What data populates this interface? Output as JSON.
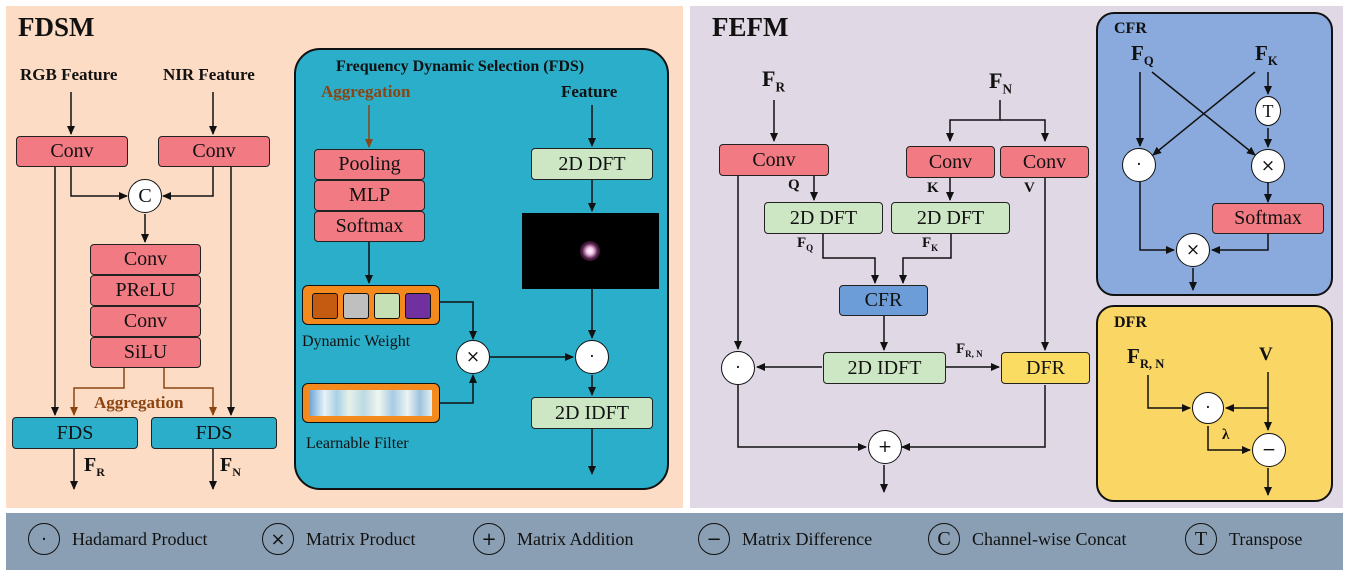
{
  "fdsm": {
    "title": "FDSM",
    "rgb_feature": "RGB Feature",
    "nir_feature": "NIR Feature",
    "conv": "Conv",
    "prelu": "PReLU",
    "silu": "SiLU",
    "concat_symbol": "C",
    "aggregation": "Aggregation",
    "fds": "FDS",
    "out_r_main": "F",
    "out_r_sub": "R",
    "out_n_main": "F",
    "out_n_sub": "N"
  },
  "fds": {
    "title": "Frequency Dynamic Selection (FDS)",
    "aggregation": "Aggregation",
    "feature": "Feature",
    "pooling": "Pooling",
    "mlp": "MLP",
    "softmax": "Softmax",
    "dynamic_weight": "Dynamic Weight",
    "learnable_filter": "Learnable Filter",
    "dft": "2D DFT",
    "idft": "2D IDFT",
    "weight_colors": [
      "#c55a11",
      "#bfbfbf",
      "#c5e0b4",
      "#7030a0"
    ]
  },
  "fefm": {
    "title": "FEFM",
    "fr_main": "F",
    "fr_sub": "R",
    "fn_main": "F",
    "fn_sub": "N",
    "conv": "Conv",
    "q": "Q",
    "k": "K",
    "v": "V",
    "dft": "2D DFT",
    "fq_main": "F",
    "fq_sub": "Q",
    "fk_main": "F",
    "fk_sub": "K",
    "cfr": "CFR",
    "idft": "2D IDFT",
    "frn_main": "F",
    "frn_sub": "R, N",
    "dfr": "DFR"
  },
  "cfr": {
    "title": "CFR",
    "fq_main": "F",
    "fq_sub": "Q",
    "fk_main": "F",
    "fk_sub": "K",
    "transpose_symbol": "T",
    "softmax": "Softmax"
  },
  "dfr": {
    "title": "DFR",
    "frn_main": "F",
    "frn_sub": "R, N",
    "v": "V",
    "lambda": "λ"
  },
  "legend": [
    {
      "symbol": "·",
      "label": "Hadamard Product"
    },
    {
      "symbol": "×",
      "label": "Matrix Product"
    },
    {
      "symbol": "+",
      "label": "Matrix Addition"
    },
    {
      "symbol": "−",
      "label": "Matrix Difference"
    },
    {
      "symbol": "C",
      "label": "Channel-wise Concat"
    },
    {
      "symbol": "T",
      "label": "Transpose"
    }
  ],
  "colors": {
    "fdsm_bg": "#fcdcc5",
    "fefm_bg": "#e0d8e4",
    "fds_bg": "#2aaec9",
    "cfr_bg": "#8aa9dc",
    "dfr_bg": "#fad664",
    "legend_bg": "#8a9fb3",
    "aggregation_arrow": "#8b4513"
  }
}
